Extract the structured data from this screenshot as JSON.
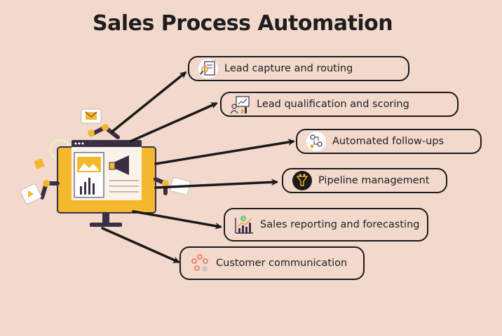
{
  "title": "Sales Process Automation",
  "items": [
    {
      "label": "Lead capture and routing",
      "icon": "document-search-icon"
    },
    {
      "label": "Lead qualification and scoring",
      "icon": "presentation-board-icon"
    },
    {
      "label": "Automated follow-ups",
      "icon": "workflow-users-icon"
    },
    {
      "label": "Pipeline management",
      "icon": "funnel-icon"
    },
    {
      "label": "Sales reporting and forecasting",
      "icon": "growth-chart-icon"
    },
    {
      "label": "Customer communication",
      "icon": "user-network-icon"
    }
  ],
  "colors": {
    "background": "#f2d9cc",
    "monitor": "#f4b82e",
    "outline": "#1a1a1a"
  }
}
